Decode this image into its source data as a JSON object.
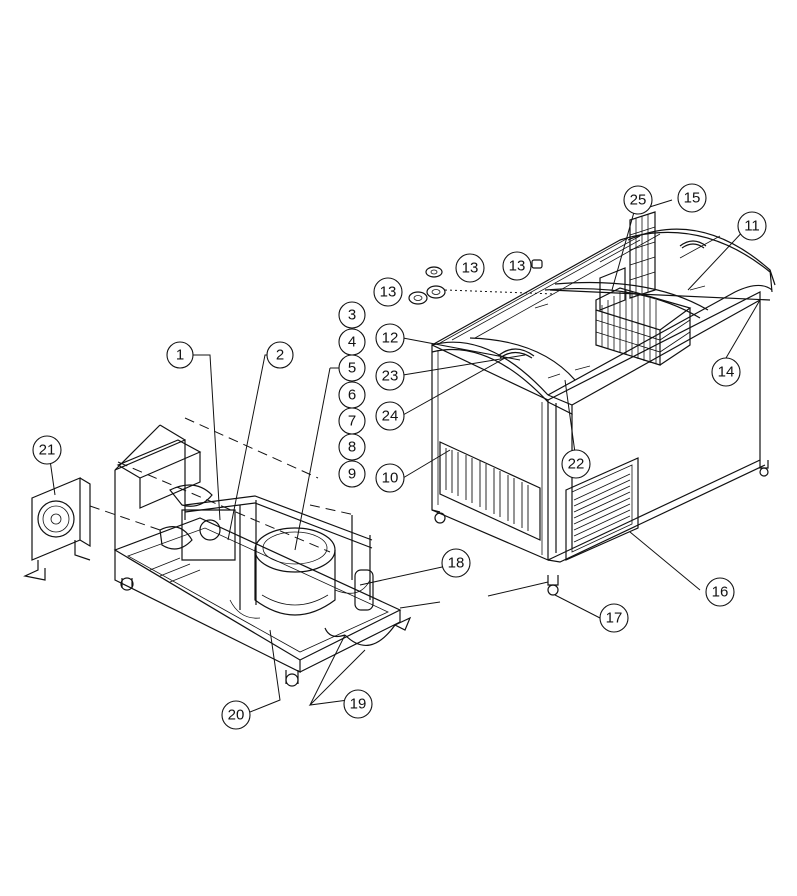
{
  "callouts": [
    {
      "id": "c1",
      "label": "1"
    },
    {
      "id": "c2",
      "label": "2"
    },
    {
      "id": "c3",
      "label": "3"
    },
    {
      "id": "c4",
      "label": "4"
    },
    {
      "id": "c5",
      "label": "5"
    },
    {
      "id": "c6",
      "label": "6"
    },
    {
      "id": "c7",
      "label": "7"
    },
    {
      "id": "c8",
      "label": "8"
    },
    {
      "id": "c9",
      "label": "9"
    },
    {
      "id": "c10",
      "label": "10"
    },
    {
      "id": "c11",
      "label": "11"
    },
    {
      "id": "c12",
      "label": "12"
    },
    {
      "id": "c13a",
      "label": "13"
    },
    {
      "id": "c13b",
      "label": "13"
    },
    {
      "id": "c13c",
      "label": "13"
    },
    {
      "id": "c14",
      "label": "14"
    },
    {
      "id": "c15",
      "label": "15"
    },
    {
      "id": "c16",
      "label": "16"
    },
    {
      "id": "c17",
      "label": "17"
    },
    {
      "id": "c18",
      "label": "18"
    },
    {
      "id": "c19",
      "label": "19"
    },
    {
      "id": "c20",
      "label": "20"
    },
    {
      "id": "c21",
      "label": "21"
    },
    {
      "id": "c22",
      "label": "22"
    },
    {
      "id": "c23",
      "label": "23"
    },
    {
      "id": "c24",
      "label": "24"
    },
    {
      "id": "c25",
      "label": "25"
    }
  ]
}
